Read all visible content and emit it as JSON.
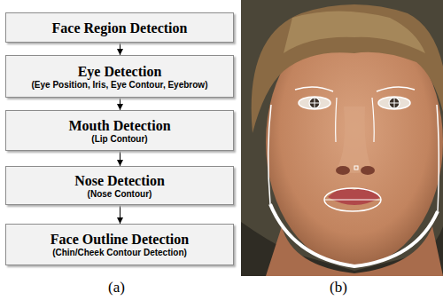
{
  "diagram": {
    "nodes": [
      {
        "text": [
          "Face Region Detection"
        ]
      },
      {
        "text": [
          "Eye Detection",
          "(Eye Position, Iris, Eye Contour, Eyebrow)"
        ]
      },
      {
        "text": [
          "Mouth Detection",
          "(Lip Contour)"
        ]
      },
      {
        "text": [
          "Nose Detection",
          "(Nose Contour)"
        ]
      },
      {
        "text": [
          "Face Outline Detection",
          "(Chin/Cheek Contour Detection)"
        ]
      }
    ],
    "edges": [
      {
        "from": 0,
        "to": 1,
        "arrow": "to"
      },
      {
        "from": 1,
        "to": 2,
        "arrow": "to"
      },
      {
        "from": 2,
        "to": 3,
        "arrow": "to"
      },
      {
        "from": 3,
        "to": 4,
        "arrow": "to"
      }
    ],
    "labels": [
      "(a)",
      "(b)"
    ]
  }
}
